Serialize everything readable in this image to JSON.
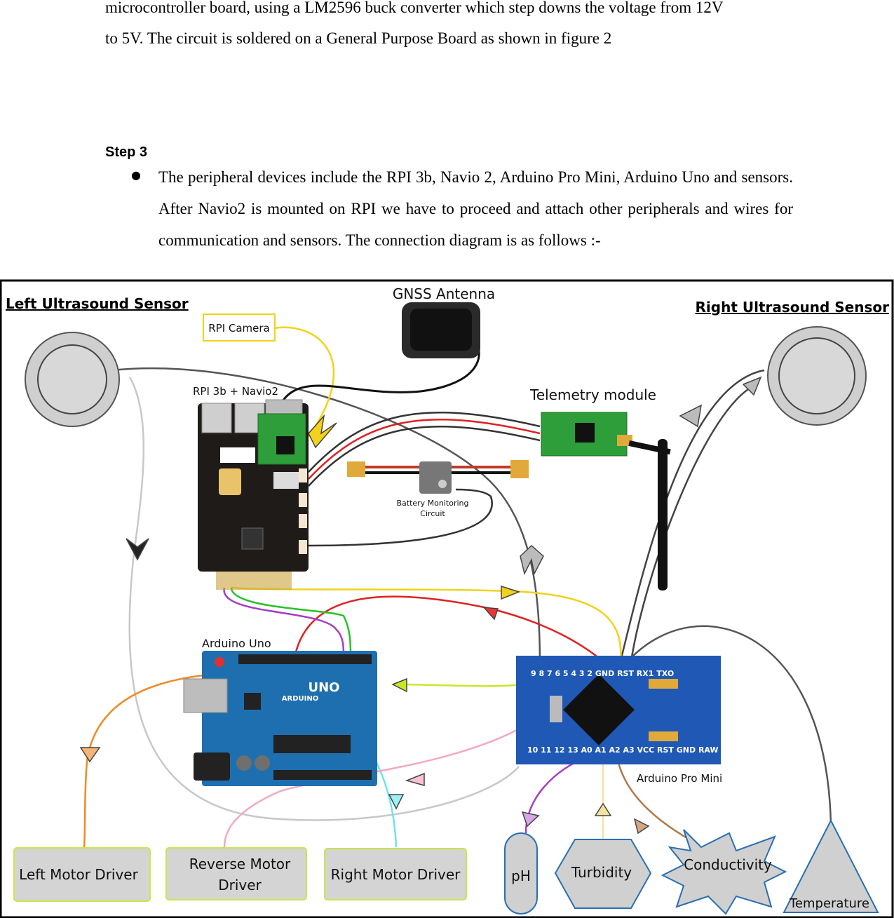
{
  "intro": {
    "line1": "microcontroller board, using a LM2596 buck converter which step downs the voltage from 12V",
    "line2": "to 5V. The circuit is soldered on a General Purpose Board as shown in figure 2"
  },
  "step": {
    "heading": "Step 3"
  },
  "bullet": {
    "symbol": "●",
    "text": "The peripheral devices include the RPI 3b, Navio 2, Arduino Pro Mini, Arduino Uno and sensors. After Navio2 is mounted on RPI we have to proceed and attach other peripherals and wires for communication and sensors. The connection diagram is as follows :-"
  },
  "diagram": {
    "left_sensor": "Left Ultrasound Sensor",
    "right_sensor": "Right Ultrasound Sensor",
    "gnss": "GNSS Antenna",
    "rpi_camera": "RPI Camera",
    "rpi_navio": "RPI 3b + Navio2",
    "telemetry": "Telemetry module",
    "battery_line1": "Battery Monitoring",
    "battery_line2": "Circuit",
    "arduino_uno": "Arduino Uno",
    "uno_logo": "UNO",
    "uno_brand": "ARDUINO",
    "arduino_pro_mini": "Arduino Pro Mini",
    "pro_mini_pins_top": "9  8  7  6  5  4  3  2  GND RST RX1 TXO",
    "pro_mini_pins_bottom": "10 11 12 13 A0 A1 A2 A3 VCC RST GND RAW",
    "left_motor": "Left Motor Driver",
    "reverse_motor_line1": "Reverse Motor",
    "reverse_motor_line2": "Driver",
    "right_motor": "Right Motor Driver",
    "ph": "pH",
    "turbidity": "Turbidity",
    "conductivity": "Conductivity",
    "temperature": "Temperature"
  }
}
